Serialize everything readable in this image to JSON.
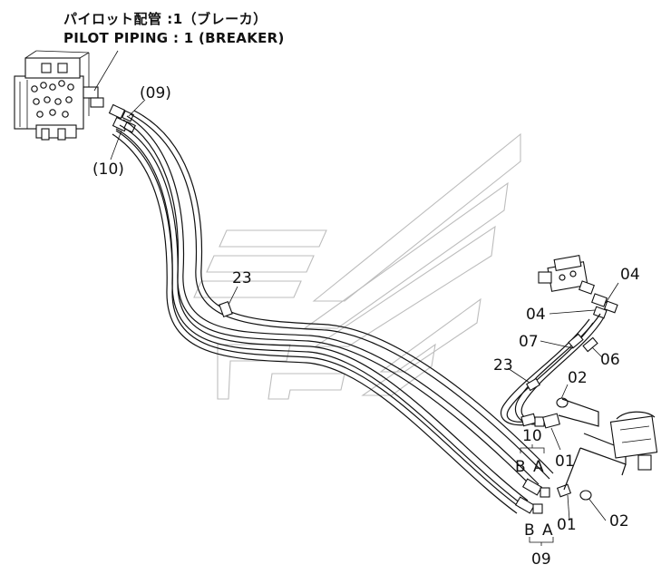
{
  "title": {
    "japanese": "パイロット配管 :1（ブレーカ）",
    "english": "PILOT PIPING : 1 (BREAKER)"
  },
  "callouts": {
    "c09_top": "(09)",
    "c10_top": "(10)",
    "c23_mid": "23",
    "c04_a": "04",
    "c04_b": "04",
    "c07": "07",
    "c06": "06",
    "c23_right": "23",
    "c02_a": "02",
    "c01_a": "01",
    "c10_group": "10",
    "c10_B": "B",
    "c10_A": "A",
    "c01_b": "01",
    "c02_b": "02",
    "c09_B": "B",
    "c09_A": "A",
    "c09_group": "09"
  }
}
